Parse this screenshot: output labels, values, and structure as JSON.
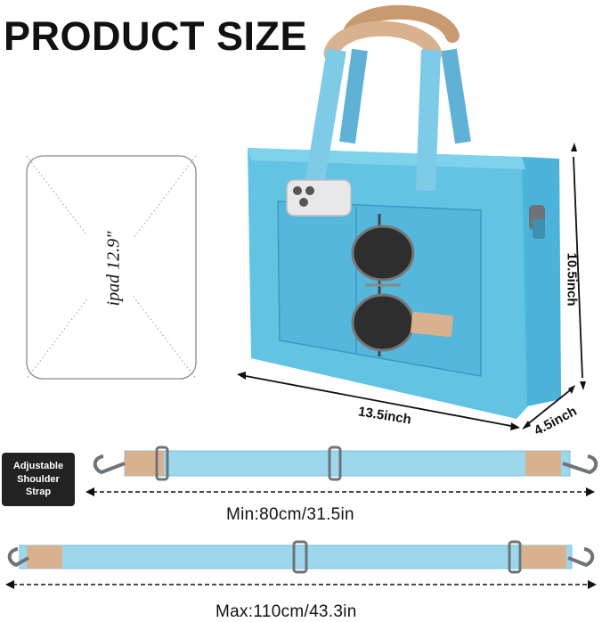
{
  "header": {
    "title": "PRODUCT SIZE"
  },
  "ipad": {
    "label": "ipad 12.9\""
  },
  "dimensions": {
    "height": "10.5inch",
    "width": "13.5inch",
    "depth": "4.5inch"
  },
  "strap": {
    "badge_line1": "Adjustable",
    "badge_line2": "Shoulder",
    "badge_line3": "Strap",
    "min_label": "Min:80cm/31.5in",
    "max_label": "Max:110cm/43.3in"
  },
  "colors": {
    "bag_blue": "#62c3e2",
    "bag_blue_dark": "#3fa8cc",
    "leather": "#d8b28e",
    "hardware": "#6e7378"
  },
  "icons": [
    "phone-icon",
    "sunglasses-icon",
    "leather-patch"
  ]
}
